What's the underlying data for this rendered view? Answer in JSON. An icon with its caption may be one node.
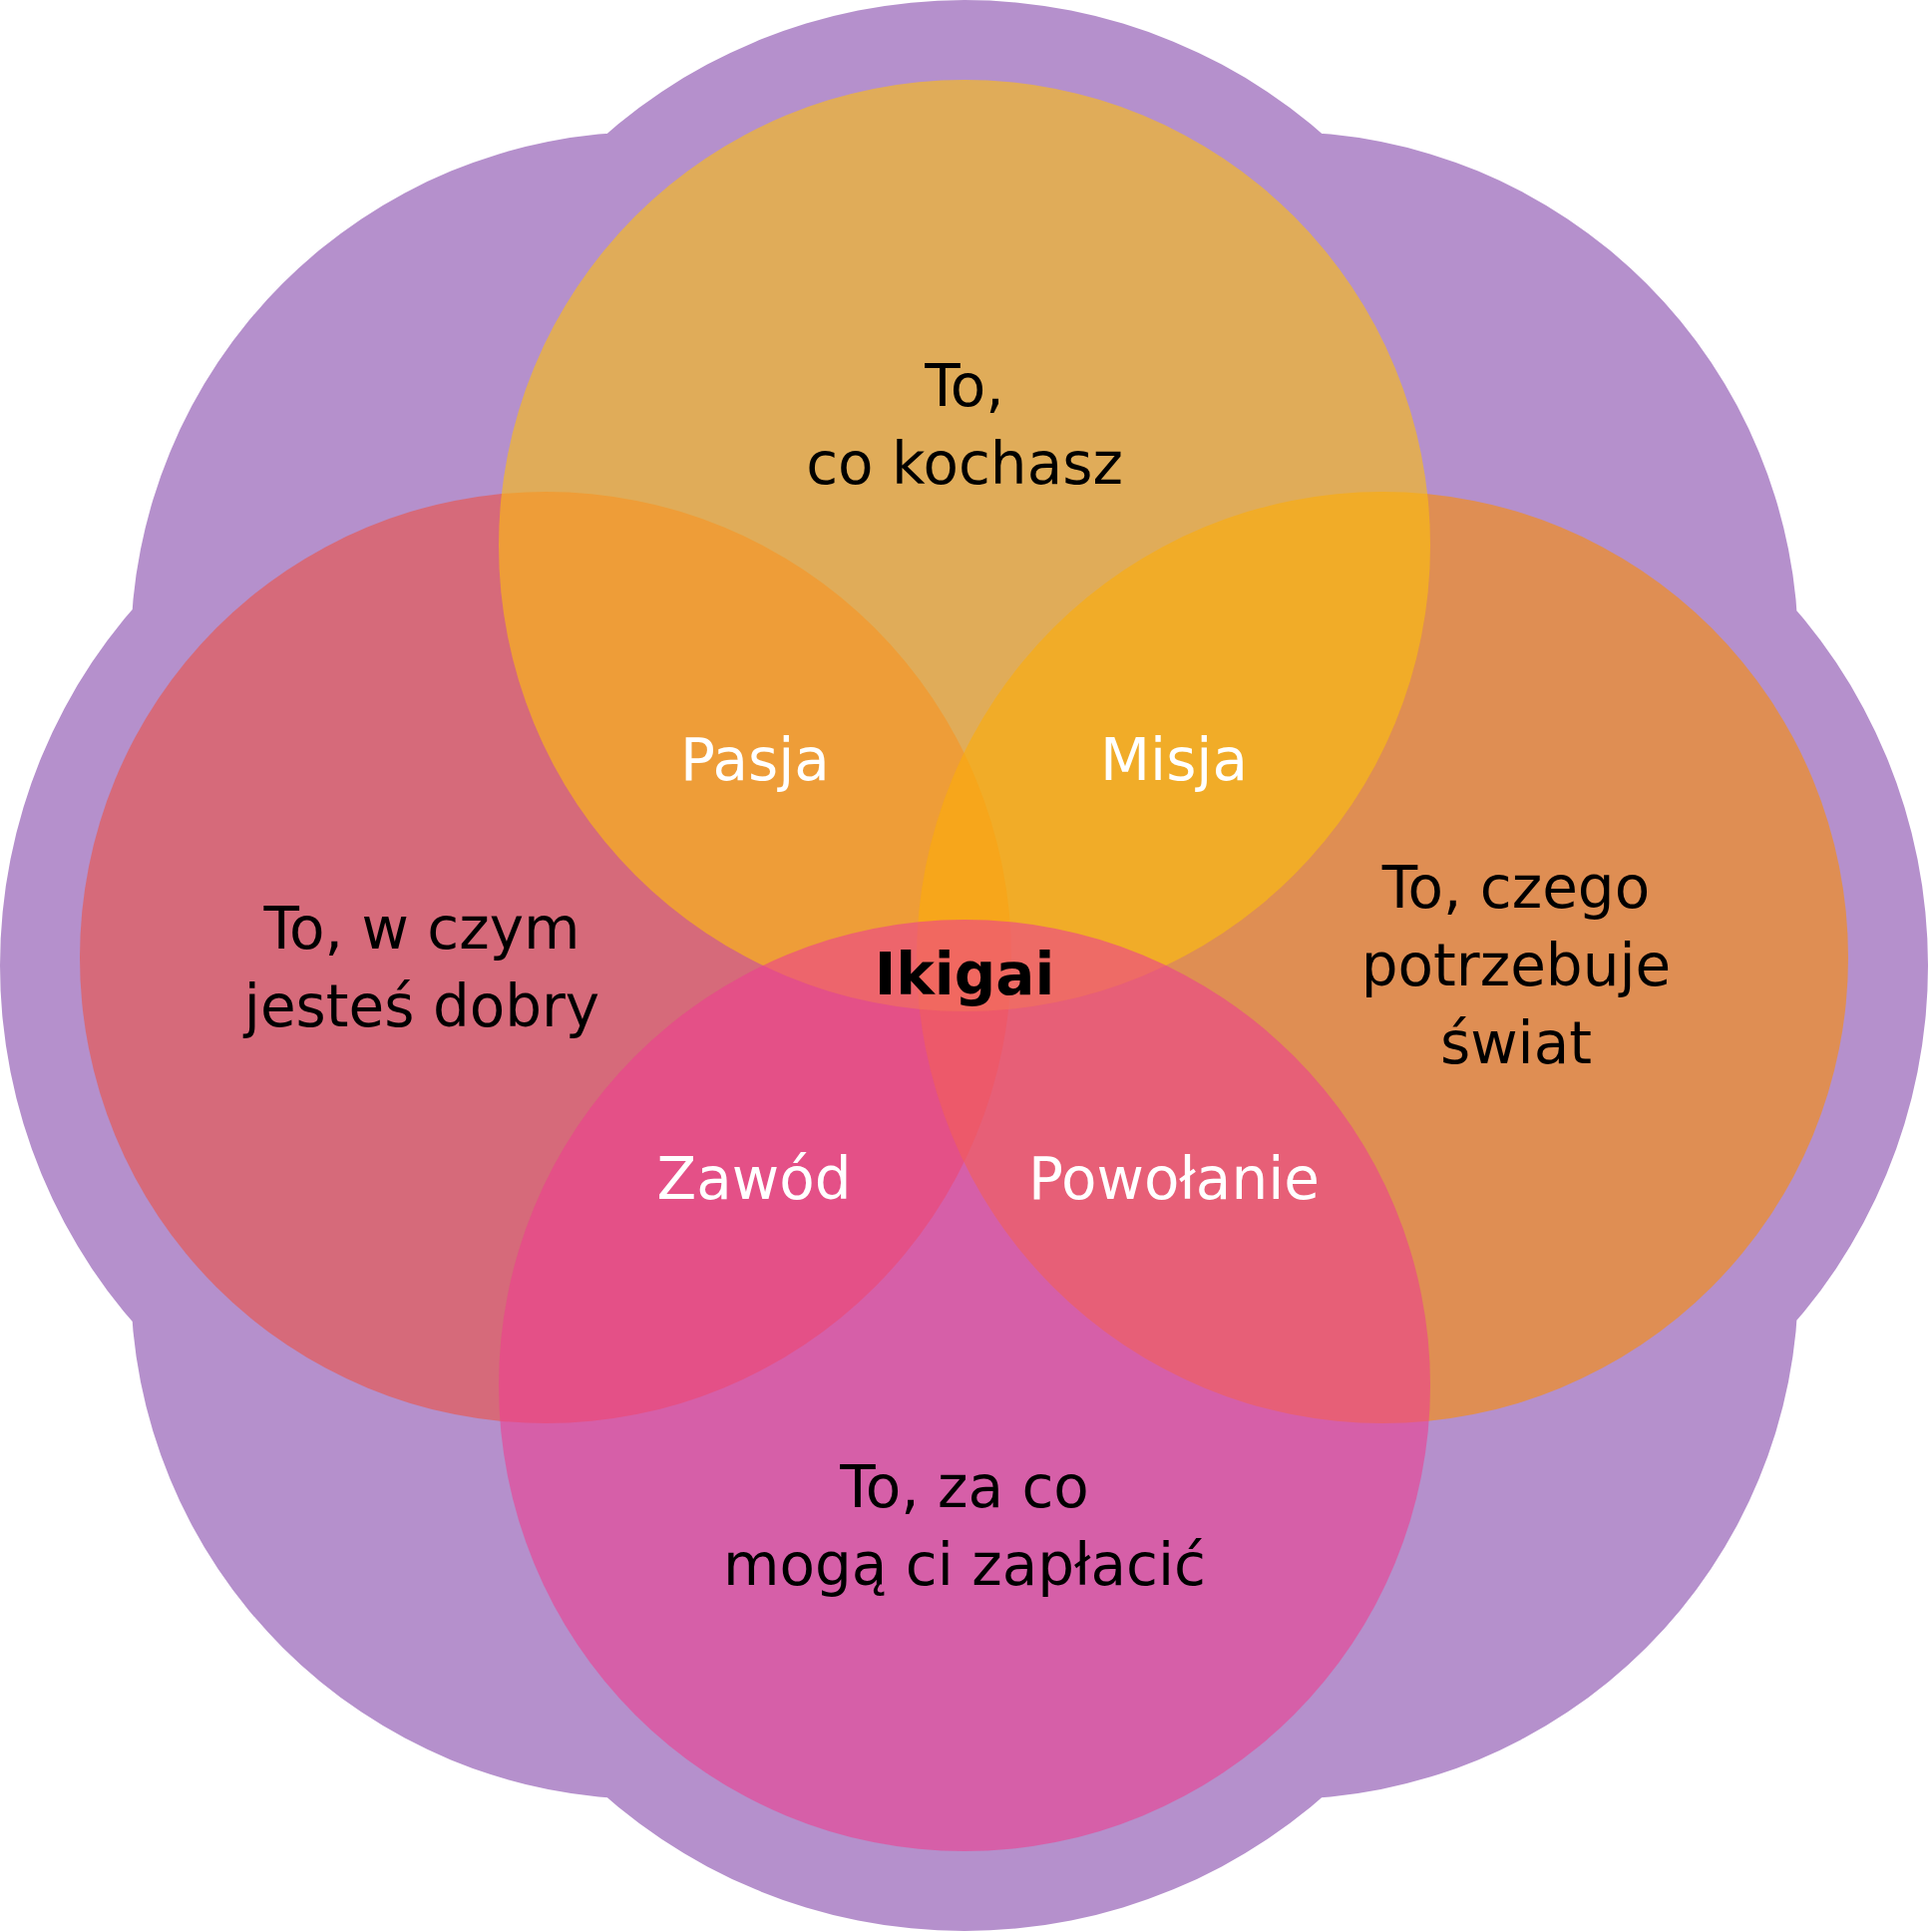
{
  "diagram": {
    "nodes": [
      {
        "text": [
          "To, co kochasz"
        ]
      },
      {
        "text": [
          "To, w czym jesteś dobry"
        ]
      },
      {
        "text": [
          "To, czego potrzebuje świat"
        ]
      },
      {
        "text": [
          "To, za co mogą ci zapłacić"
        ]
      }
    ],
    "labels": [
      "Pasja",
      "Misja",
      "Ikigai",
      "Zawód",
      "Powołanie"
    ]
  }
}
